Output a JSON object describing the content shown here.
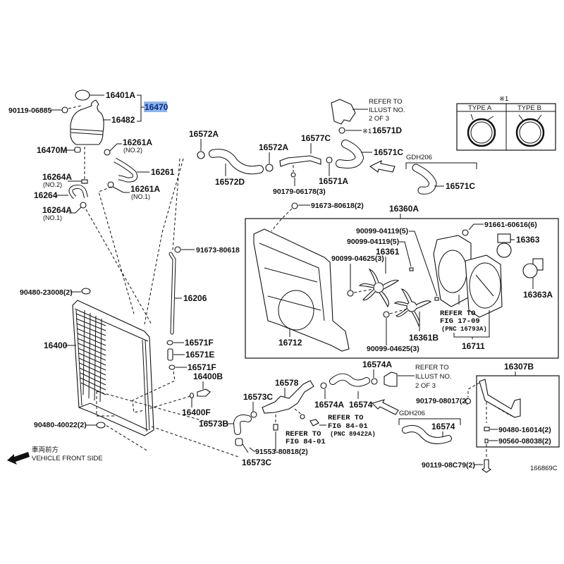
{
  "diagram": {
    "title_code": "166869C",
    "highlight_color": "#8ab4f0",
    "front_side": {
      "jp": "車両前方",
      "en": "VEHICLE FRONT SIDE",
      "icon": "arrow-left-icon"
    },
    "reservoir": {
      "assembly": "16470",
      "cap": "16401A",
      "tank": "16482",
      "bolt": "90119-06885",
      "mount": "16470M",
      "clamp_no2": {
        "code": "16261A",
        "note": "(NO.2)"
      },
      "hose": "16261",
      "clamp_no1": {
        "code": "16261A",
        "note": "(NO.1)"
      },
      "hose_clamp_no2": {
        "code": "16264A",
        "note": "(NO.2)"
      },
      "hose_small": "16264",
      "hose_clamp_no1": {
        "code": "16264A",
        "note": "(NO.1)"
      }
    },
    "upper_hoses": {
      "clamp_left": "16572A",
      "hose_upper": "16572D",
      "clamp_mid": "16572A",
      "pipe": "16577C",
      "bolt_pipe": "90179-06178(3)",
      "clamp_right": "16571A",
      "clamp_special": "16571D",
      "clamp_special_mark": "※1",
      "hose_right": "16571C",
      "refer_note": [
        "REFER TO",
        "ILLUST NO.",
        "2 OF 3"
      ],
      "variant_label": "GDH206",
      "variant_hose": "16571C"
    },
    "clamp_types": {
      "mark": "※1",
      "type_a": "TYPE A",
      "type_b": "TYPE B"
    },
    "fan_shroud": {
      "assembly": "16360A",
      "bolt_top": "91673-80618(2)",
      "shroud": "16712",
      "fan1": "16361",
      "fan2": "16361B",
      "fan1_bolt": "90099-04625(3)",
      "fan2_bolt": "90099-04625(3)",
      "screw_a": "90099-04119(5)",
      "screw_b": "90099-04119(5)",
      "nut": "91661-60616(6)",
      "motor1": "16363",
      "motor2": "16363A",
      "housing": "16711",
      "refer_note": [
        "REFER TO",
        "FIG 17-09",
        "(PNC 16793A)"
      ]
    },
    "radiator": {
      "core": "16400",
      "cushion_upper": "90480-23008(2)",
      "cushion_lower": "90480-40022(2)",
      "tube_bolt": "91673-80618",
      "tube": "16206",
      "clamp_f1": "16571F",
      "hose_e": "16571E",
      "clamp_f2": "16571F",
      "drain_cock": "16400B",
      "drain_oring": "16400F"
    },
    "lower_hoses": {
      "hose_b": "16573B",
      "clamp_c_top": "16573C",
      "clamp_c_bottom": "16573C",
      "outlet": "16578",
      "outlet_bolt": "91553-80818(2)",
      "refer_84a": [
        "REFER TO",
        "FIG 84-01"
      ],
      "refer_84b": [
        "REFER TO",
        "FIG 84-01",
        "(PNC 89422A)"
      ],
      "clamp_a_left": "16574A",
      "clamp_a_top": "16574A",
      "hose": "16574",
      "refer_note": [
        "REFER TO",
        "ILLUST NO.",
        "2 OF 3"
      ],
      "variant_label": "GDH206",
      "variant_hose": "16574"
    },
    "bracket": {
      "assembly": "16307B",
      "nut": "90179-08017(2)",
      "cushion": "90480-16014(2)",
      "collar": "90560-08038(2)",
      "bolt": "90119-08C79(2)"
    }
  }
}
